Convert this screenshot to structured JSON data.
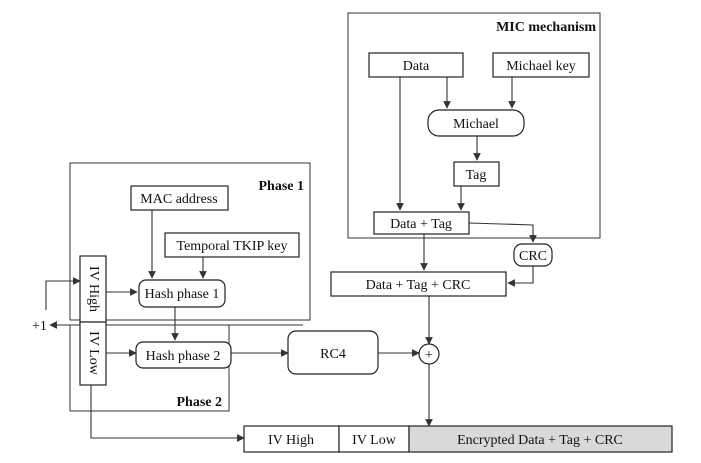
{
  "regions": {
    "mic": {
      "title": "MIC mechanism"
    },
    "phase1": {
      "title": "Phase 1"
    },
    "phase2": {
      "title": "Phase 2"
    }
  },
  "nodes": {
    "data": "Data",
    "michael_key": "Michael key",
    "michael": "Michael",
    "tag": "Tag",
    "data_tag": "Data + Tag",
    "crc": "CRC",
    "data_tag_crc": "Data + Tag + CRC",
    "mac_address": "MAC address",
    "tkip_key": "Temporal TKIP key",
    "hash1": "Hash phase 1",
    "hash2": "Hash phase 2",
    "rc4": "RC4",
    "xor": "+",
    "iv_high": "IV High",
    "iv_low": "IV Low",
    "plus_one": "+1"
  },
  "output_frame": {
    "fields": [
      "IV High",
      "IV Low",
      "Encrypted Data + Tag + CRC"
    ]
  },
  "colors": {
    "stroke": "#222222",
    "shaded_field": "#d9d9d9"
  }
}
